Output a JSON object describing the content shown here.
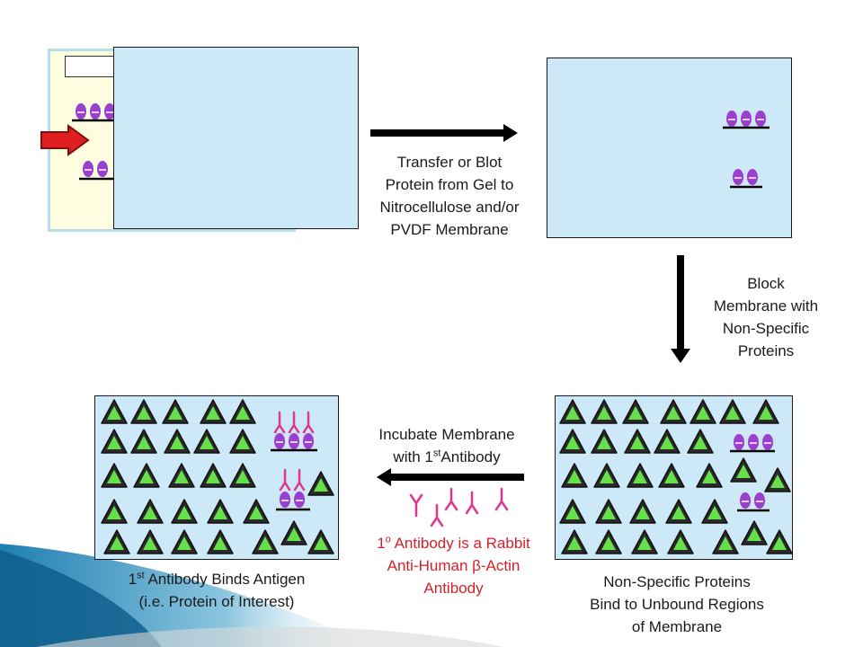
{
  "captions": {
    "transfer": [
      "Transfer or Blot",
      "Protein from Gel to",
      "Nitrocellulose and/or",
      "PVDF  Membrane"
    ],
    "block": [
      "Block",
      "Membrane  with",
      "Non-Specific",
      "Proteins"
    ],
    "incubate_line1": "Incubate Membrane",
    "incubate_line2_pre": "with 1",
    "incubate_line2_sup": "st",
    "incubate_line2_post": "Antibody",
    "primary_l1_base": "1",
    "primary_l1_sup": "o",
    "primary_l1_rest": " Antibody  is a Rabbit",
    "primary_l2": "Anti-Human  β-Actin",
    "primary_l3": "Antibody",
    "nonspecific": [
      "Non-Specific  Proteins",
      "Bind to Unbound  Regions",
      "of Membrane"
    ],
    "binds_l1_base": "1",
    "binds_l1_sup": "st",
    "binds_l1_rest": " Antibody  Binds Antigen",
    "binds_l2": "(i.e. Protein of Interest)"
  },
  "colors": {
    "panel": "#cde9f8",
    "gel": "#fffde0",
    "protein": "#9b3fcf",
    "antibody": "#e0368f",
    "blocker_fill": "#66e04a",
    "arrow_red": "#e02020",
    "caption_red": "#d6202a"
  },
  "icons": {
    "protein": "purple-ellipse-protein-icon",
    "blocker": "green-triangle-blocking-protein-icon",
    "antibody": "y-shaped-antibody-icon",
    "well": "red-arrow-icon"
  }
}
